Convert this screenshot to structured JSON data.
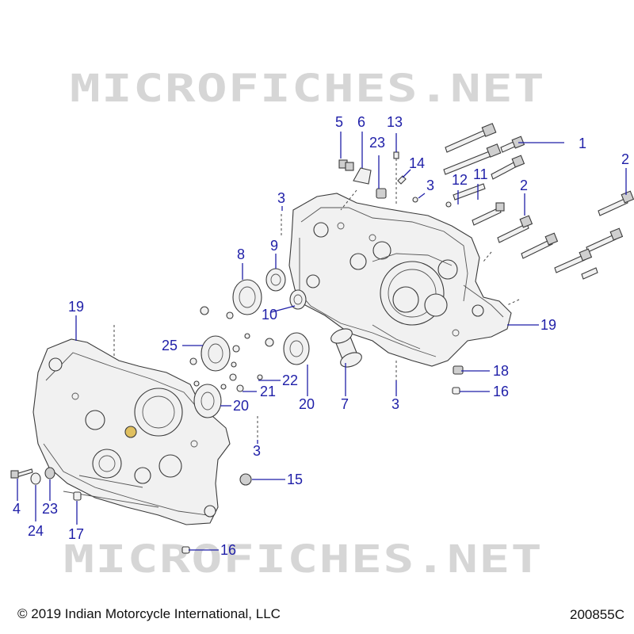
{
  "watermark": {
    "text": "MICROFICHES.NET"
  },
  "footer": {
    "copyright": "© 2019 Indian Motorcycle International, LLC",
    "diagram_code": "200855C"
  },
  "callouts": {
    "c1": "1",
    "c2a": "2",
    "c2b": "2",
    "c3a": "3",
    "c3b": "3",
    "c3c": "3",
    "c3d": "3",
    "c4": "4",
    "c5": "5",
    "c6": "6",
    "c7": "7",
    "c8": "8",
    "c9": "9",
    "c10": "10",
    "c11": "11",
    "c12": "12",
    "c13": "13",
    "c14": "14",
    "c15": "15",
    "c16a": "16",
    "c16b": "16",
    "c17": "17",
    "c18": "18",
    "c19a": "19",
    "c19b": "19",
    "c20a": "20",
    "c20b": "20",
    "c21": "21",
    "c22": "22",
    "c23a": "23",
    "c23b": "23",
    "c24": "24",
    "c25": "25"
  }
}
